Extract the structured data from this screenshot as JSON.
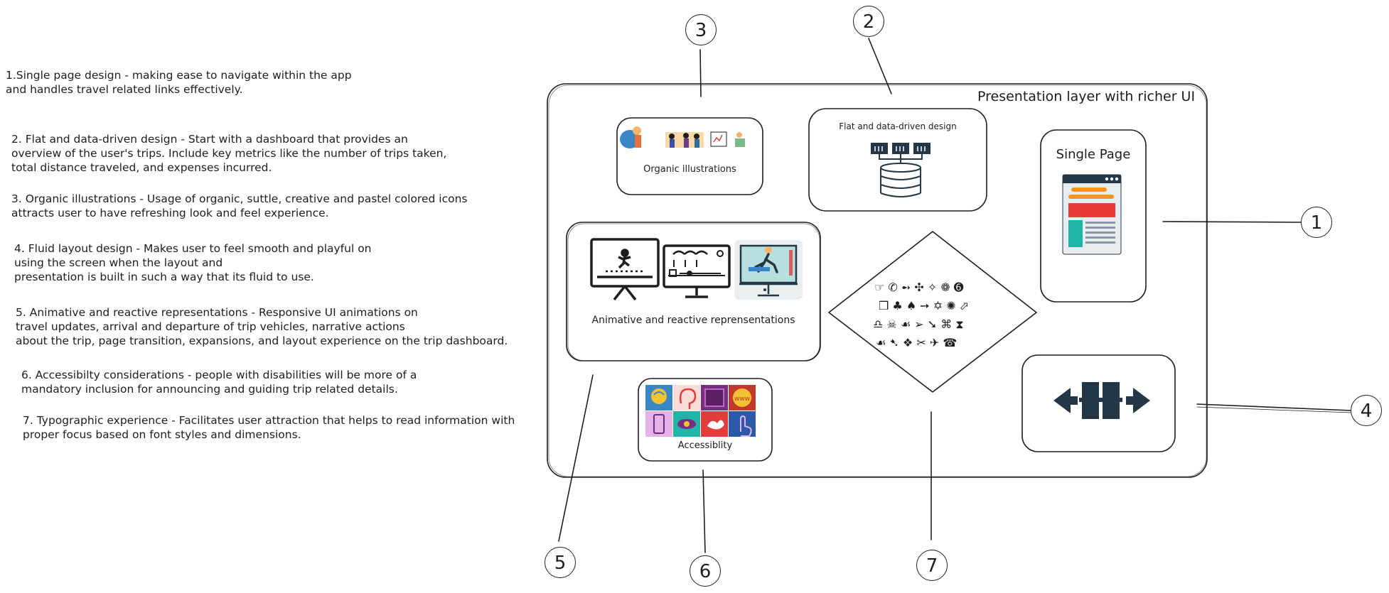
{
  "notes": [
    [
      "1.Single page design - making ease to navigate within the app",
      "and handles travel related links effectively."
    ],
    [
      "2. Flat and data-driven design - Start with a dashboard that provides an",
      "overview of the user's trips. Include key metrics like the number of trips taken,",
      "total distance traveled, and expenses incurred."
    ],
    [
      "3. Organic illustrations - Usage of organic, suttle, creative and pastel colored icons",
      "attracts user to have refreshing look and feel experience."
    ],
    [
      "4. Fluid layout design - Makes user to feel smooth and playful on",
      " using the screen when the layout and",
      "presentation is built in such a way that its fluid to use."
    ],
    [
      "5. Animative and reactive representations - Responsive UI animations on",
      "travel updates, arrival and departure of trip vehicles, narrative actions",
      "about the trip, page transition, expansions, and layout experience on the trip dashboard."
    ],
    [
      "6. Accessibilty considerations - people with disabilities will be more of a",
      "mandatory inclusion for announcing and guiding trip related details."
    ],
    [
      "7. Typographic experience - Facilitates user attraction that helps to read information with",
      "proper focus based on font styles and dimensions."
    ]
  ],
  "frame_title": "Presentation layer with richer UI",
  "cards": {
    "organic": "Organic illustrations",
    "flat": "Flat and data-driven design",
    "single_page": "Single Page",
    "animative": "Animative and reactive reprensentations",
    "accessibility": "Accessiblity"
  },
  "typography_glyphs": [
    "☞ ✆ ➻ ✣ ✧ ❁ ➏",
    "❒ ♣ ♠ ➙ ✡ ✺ ⬀",
    "♎ ☠ ☙ ➢ ➘ ⌘ ⧗",
    "☙ ➷ ❖ ✂ ✈ ☎"
  ],
  "callouts": [
    "1",
    "2",
    "3",
    "4",
    "5",
    "6",
    "7"
  ],
  "colors": {
    "ink": "#1e1e1e",
    "navy": "#233746",
    "orange": "#f7931e",
    "red": "#ea3b3b",
    "teal": "#1fb5a8"
  },
  "icons": [
    "dashboard-database-icon",
    "single-page-layout-icon",
    "fluid-layout-arrows-icon",
    "accessibility-icons-grid",
    "animation-monitor-icons",
    "organic-illustrations-icon"
  ]
}
